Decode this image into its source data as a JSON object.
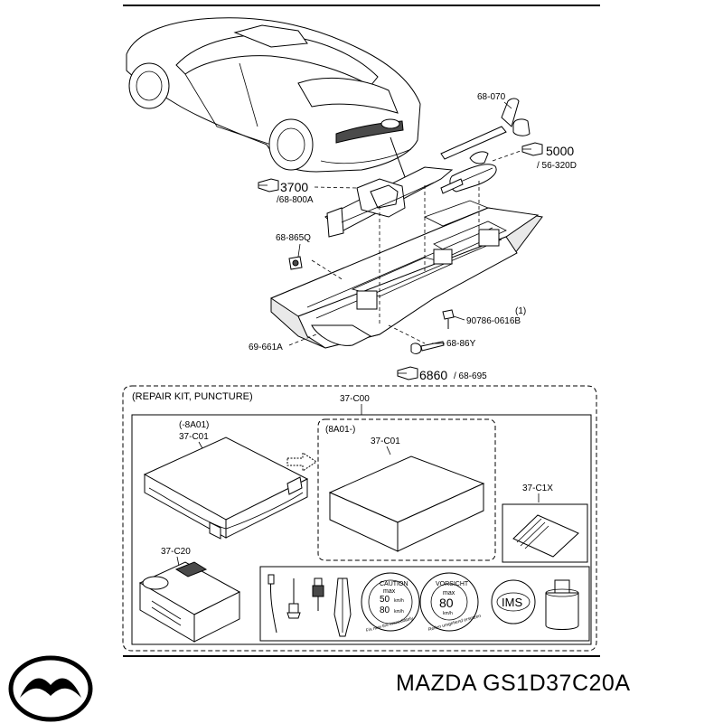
{
  "callouts": {
    "jack_handle": "68-070",
    "tool_bag_ref": "5000",
    "tool_bag_sub": "/ 56-320D",
    "jack_ref": "3700",
    "jack_sub": "/68-800A",
    "clip": "68-865Q",
    "bolt_qty": "(1)",
    "bolt": "90786-0616B",
    "tray": "69-661A",
    "pin": "68-86Y",
    "cover_ref": "6860",
    "cover_sub": "/ 68-695"
  },
  "repair_kit": {
    "title": "(REPAIR KIT, PUNCTURE)",
    "assembly": "37-C00",
    "case_old_range": "(-8A01)",
    "case_old": "37-C01",
    "case_new_range": "(8A01-)",
    "case_new": "37-C01",
    "manual": "37-C1X",
    "compressor": "37-C20"
  },
  "labels": {
    "caution_title": "CAUTION",
    "caution_max": "max",
    "caution_speed_1": "50",
    "caution_unit_1": "km/h",
    "caution_speed_2": "80",
    "caution_unit_2": "km/h",
    "caution_rim": "Fix new tire immediately",
    "vorsicht_title": "VORSICHT",
    "vorsicht_max": "max",
    "vorsicht_speed": "80",
    "vorsicht_unit": "km/h",
    "vorsicht_rim": "Reifen umgehend ersetzen",
    "ims": "IMS"
  },
  "footer": {
    "brand_part": "MAZDA GS1D37C20A"
  }
}
